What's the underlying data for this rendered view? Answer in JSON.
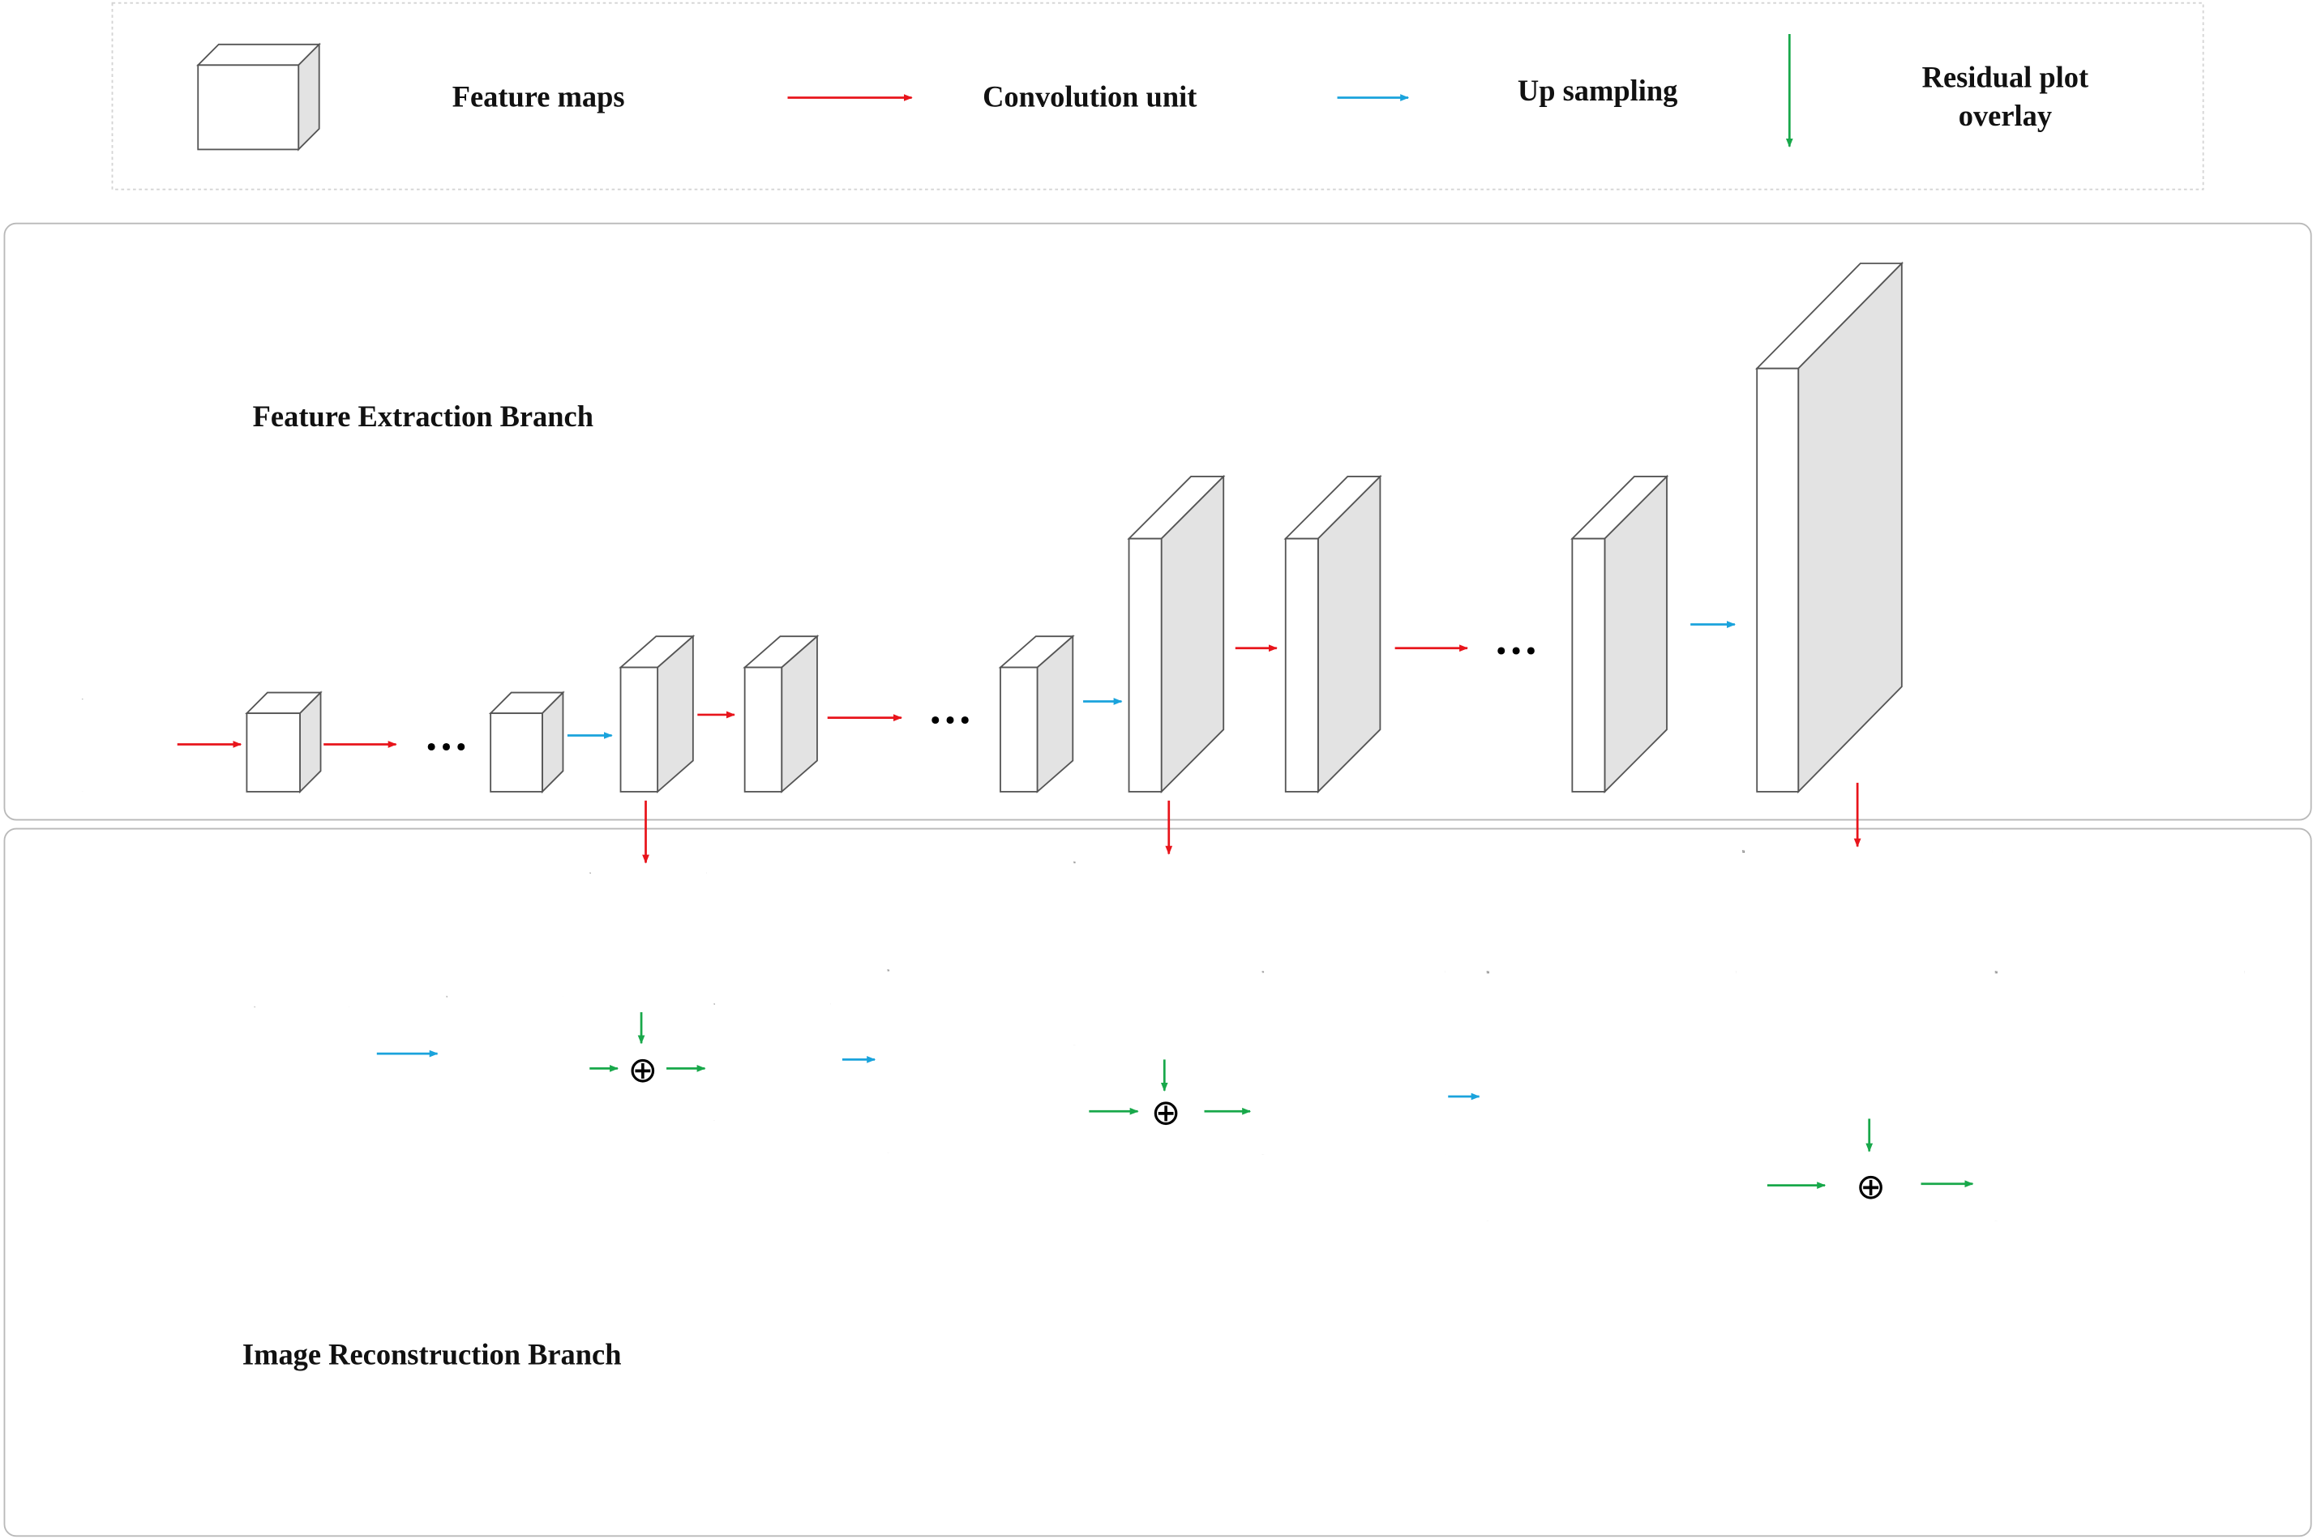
{
  "legend": {
    "feature_maps": "Feature maps",
    "convolution_unit": "Convolution unit",
    "up_sampling": "Up sampling",
    "residual_line1": "Residual plot",
    "residual_line2": "overlay"
  },
  "branches": {
    "feature_extraction": "Feature Extraction Branch",
    "image_reconstruction": "Image Reconstruction Branch"
  },
  "symbols": {
    "ellipsis": "•••",
    "add": "⊕"
  },
  "colors": {
    "convolution": "#e8141b",
    "upsampling": "#1aa3dc",
    "residual": "#18a84a",
    "panel_border": "#b9b9b9",
    "cube_side": "#e3e3e3"
  }
}
